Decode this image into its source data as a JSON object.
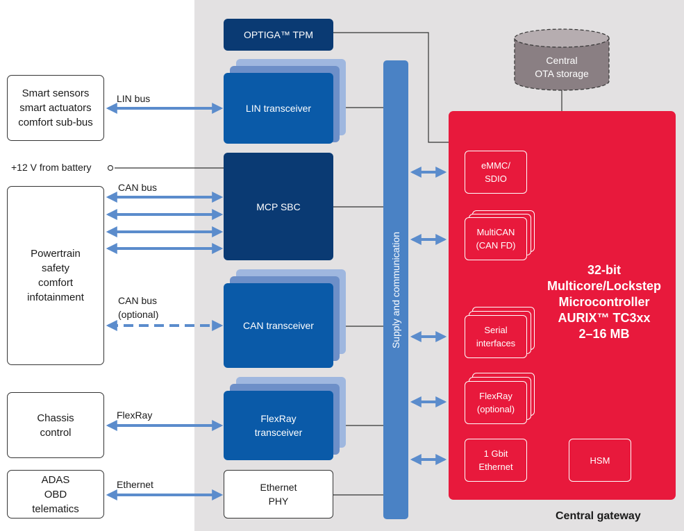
{
  "external": {
    "sensors": "Smart sensors\nsmart actuators\ncomfort sub-bus",
    "battery": "+12 V from battery",
    "powertrain": "Powertrain\nsafety\ncomfort\ninfotainment",
    "chassis": "Chassis\ncontrol",
    "adas": "ADAS\nOBD\ntelematics"
  },
  "buses": {
    "lin": "LIN bus",
    "can": "CAN bus",
    "can_optional": "CAN bus\n(optional)",
    "flexray": "FlexRay",
    "ethernet": "Ethernet"
  },
  "gateway": {
    "tpm": "OPTIGA™ TPM",
    "lin_transceiver": "LIN transceiver",
    "mcp_sbc": "MCP SBC",
    "can_transceiver": "CAN transceiver",
    "flexray_transceiver": "FlexRay\ntransceiver",
    "ethernet_phy": "Ethernet\nPHY",
    "bus_label": "Supply and communication",
    "storage": "Central\nOTA storage",
    "title": "Central gateway"
  },
  "mcu": {
    "emmc": "eMMC/\nSDIO",
    "multican": "MultiCAN\n(CAN FD)",
    "serial": "Serial\ninterfaces",
    "flexray": "FlexRay\n(optional)",
    "ethernet": "1 Gbit\nEthernet",
    "hsm": "HSM",
    "label_lines": [
      "32-bit",
      "Multicore/Lockstep",
      "Microcontroller",
      "AURIX™ TC3xx",
      "2–16 MB"
    ]
  },
  "colors": {
    "gateway_bg": "#e3e1e2",
    "dark_blue": "#0a3a73",
    "mid_blue": "#0a5aa8",
    "bus_blue": "#4a82c5",
    "arrow_blue": "#5b8ccc",
    "mcu_red": "#e8193c",
    "storage_gray": "#8a7f83"
  }
}
